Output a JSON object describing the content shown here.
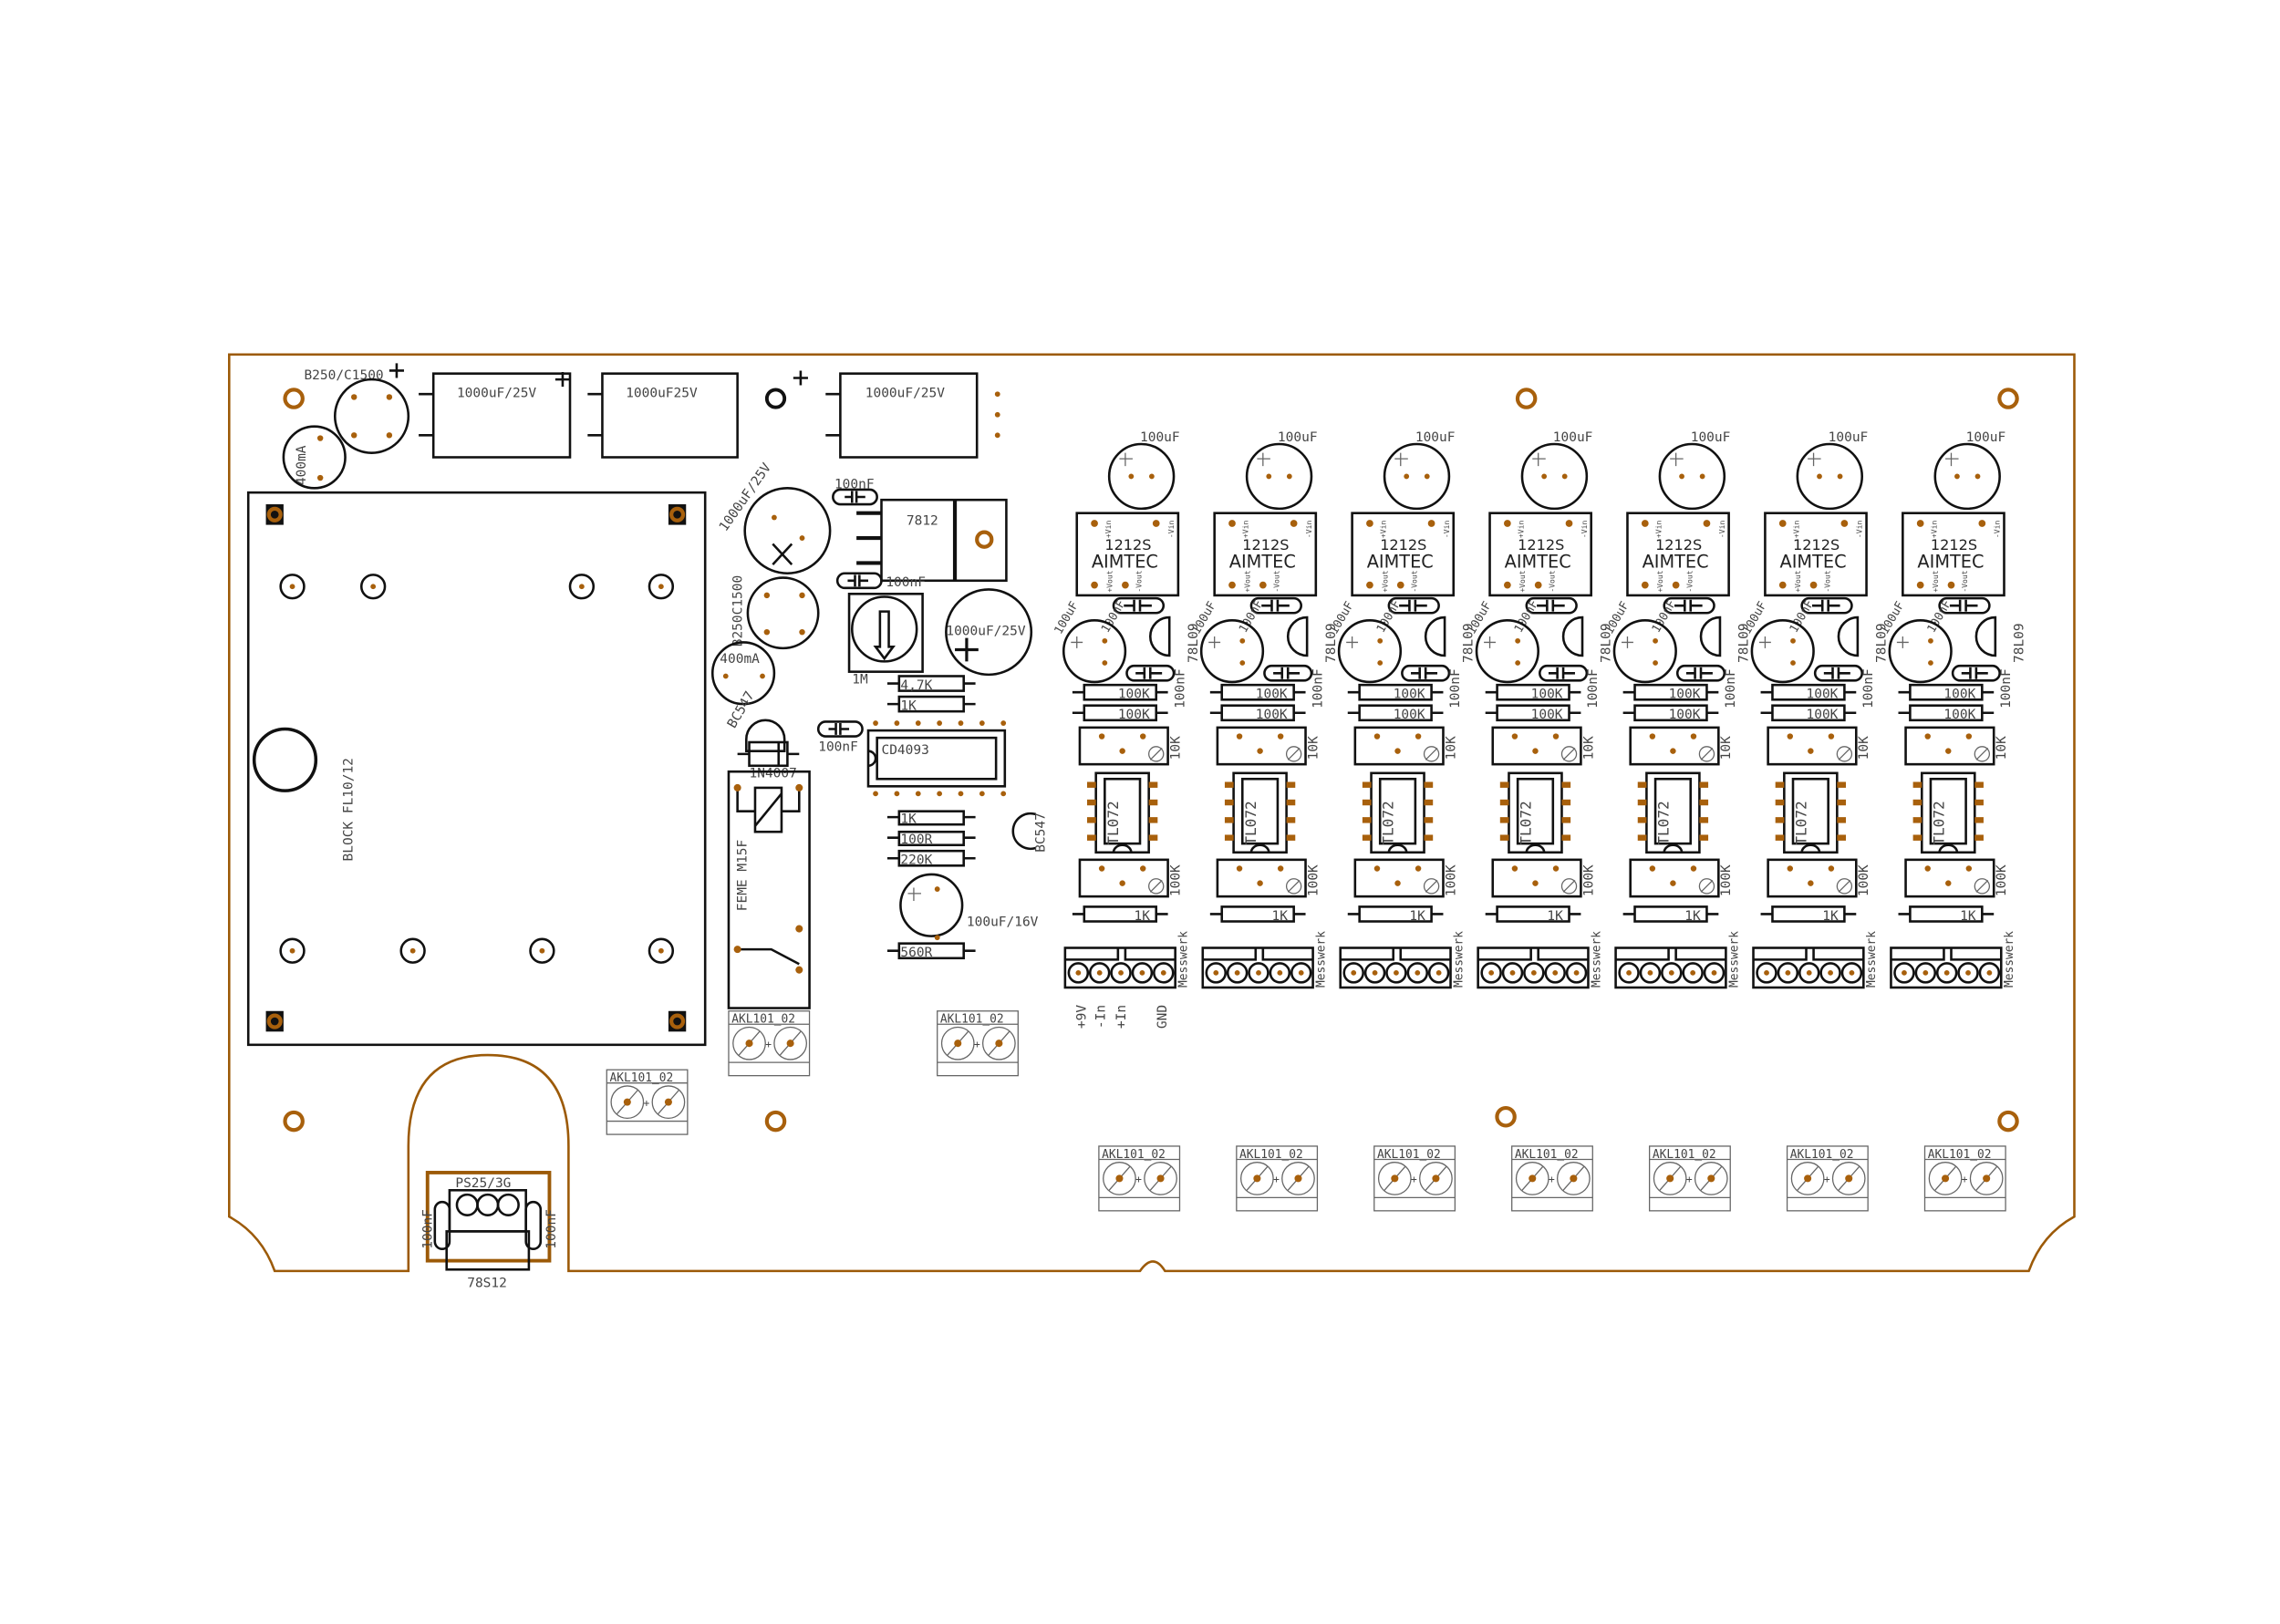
{
  "colors": {
    "outline": "#9c5a08",
    "pad": "#a8600c",
    "silk": "#111111"
  },
  "top": {
    "bridge1": "B250/C1500",
    "fuse1": "400mA",
    "cap1": "1000uF/25V",
    "cap2": "1000uF25V",
    "cap3": "1000uF/25V"
  },
  "transformer": {
    "label": "BLOCK FL10/12"
  },
  "supply": {
    "cap_big": "1000uF/25V",
    "cap_a": "100nF",
    "regulator": "7812",
    "cap_b": "100nF",
    "bridge2": "B250C1500",
    "trimmer": "1M",
    "cap_big2": "1000uF/25V",
    "fuse2": "400mA",
    "r_47k": "4,7K",
    "r_1k": "1K",
    "transistor1": "BC547",
    "cap_c": "100nF",
    "diode": "1N4007",
    "ic": "CD4093",
    "relay": "FEME M15F",
    "r_1k_b": "1K",
    "r_100r": "100R",
    "r_220k": "220K",
    "transistor2": "BC547",
    "cap_16v": "100uF/16V",
    "r_560r": "560R"
  },
  "terminals": {
    "label": "AKL101_02",
    "plus": "+"
  },
  "ps_connector": {
    "label": "PS25/3G",
    "regulator": "78S12",
    "cap": "100nF"
  },
  "channel": {
    "count": 7,
    "cap_top": "100uF",
    "module_model": "1212S",
    "module_brand": "AIMTEC",
    "pin_vin_pos": "+Vin",
    "pin_vin_neg": "-Vin",
    "pin_vout_pos": "+Vout",
    "pin_vout_neg": "-Vout",
    "cap_left": "100uF",
    "cap_small": "100nF",
    "regulator": "78L09",
    "cap_small2": "100nF",
    "r1": "100K",
    "r2": "100K",
    "trim1": "10K",
    "opamp": "TL072",
    "trim2": "100K",
    "r3": "1K",
    "connector": "Messwerk"
  },
  "pin_labels": [
    "+9V",
    "-In",
    "+In",
    "GND"
  ]
}
